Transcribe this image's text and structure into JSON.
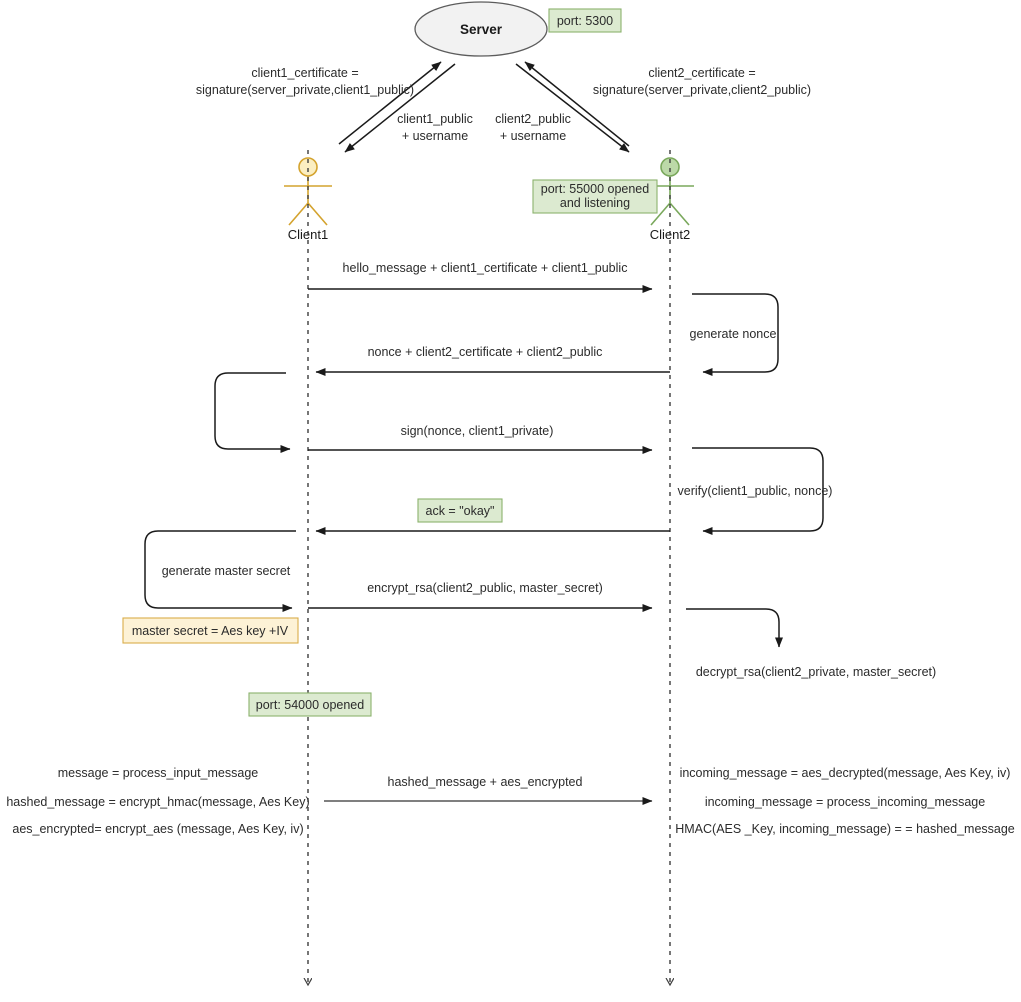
{
  "diagram": {
    "title": "TLS-like handshake sequence diagram",
    "participants": {
      "server": {
        "label": "Server",
        "port_note": "port: 5300"
      },
      "client1": {
        "label": "Client1"
      },
      "client2": {
        "label": "Client2",
        "port_note_line1": "port: 55000 opened",
        "port_note_line2": "and listening"
      }
    },
    "colors": {
      "note_green_fill": "#dcead0",
      "note_green_border": "#8bb26d",
      "note_yellow_fill": "#fdf2d6",
      "note_yellow_border": "#d9ad4a",
      "actor_client1": "#d4a32e",
      "actor_client2": "#7aa85c",
      "line": "#1a1a1a",
      "lifeline": "#3d3d3d"
    },
    "registration": {
      "client1_cert_line1": "client1_certificate =",
      "client1_cert_line2": "signature(server_private,client1_public)",
      "client1_send_line1": "client1_public",
      "client1_send_line2": "+ username",
      "client2_cert_line1": "client2_certificate =",
      "client2_cert_line2": "signature(server_private,client2_public)",
      "client2_send_line1": "client2_public",
      "client2_send_line2": "+ username"
    },
    "messages": [
      {
        "id": "hello",
        "label": "hello_message + client1_certificate + client1_public",
        "from": "client1",
        "to": "client2",
        "direction": "right"
      },
      {
        "id": "nonce-reply",
        "label": "nonce + client2_certificate + client2_public",
        "from": "client2",
        "to": "client1",
        "direction": "left"
      },
      {
        "id": "sign-nonce",
        "label": "sign(nonce, client1_private)",
        "from": "client1",
        "to": "client2",
        "direction": "right"
      },
      {
        "id": "ack",
        "label": "ack = \"okay\"",
        "from": "client2",
        "to": "client1",
        "direction": "left",
        "note": "green"
      },
      {
        "id": "encrypt-rsa",
        "label": "encrypt_rsa(client2_public, master_secret)",
        "from": "client1",
        "to": "client2",
        "direction": "right"
      },
      {
        "id": "final-message",
        "label": "hashed_message + aes_encrypted",
        "from": "client1",
        "to": "client2",
        "direction": "right"
      }
    ],
    "self_calls": [
      {
        "id": "generate-nonce",
        "label": "generate nonce",
        "actor": "client2",
        "side": "right"
      },
      {
        "id": "verify-nonce",
        "label": "verify(client1_public, nonce)",
        "actor": "client2",
        "side": "right"
      },
      {
        "id": "generate-master-secret",
        "label": "generate master secret",
        "actor": "client1",
        "side": "left"
      },
      {
        "id": "decrypt-rsa",
        "label": "decrypt_rsa(client2_private, master_secret)",
        "actor": "client2",
        "side": "right"
      }
    ],
    "notes": [
      {
        "id": "master-secret-note",
        "label": "master secret = Aes key +IV",
        "style": "yellow"
      },
      {
        "id": "port-54000-note",
        "label": "port: 54000 opened",
        "style": "green"
      }
    ],
    "client1_ops": [
      "message = process_input_message",
      "hashed_message = encrypt_hmac(message, Aes Key)",
      "aes_encrypted= encrypt_aes (message, Aes Key, iv)"
    ],
    "client2_ops": [
      "incoming_message = aes_decrypted(message, Aes Key, iv)",
      "incoming_message = process_incoming_message",
      "HMAC(AES _Key, incoming_message) = = hashed_message"
    ]
  }
}
